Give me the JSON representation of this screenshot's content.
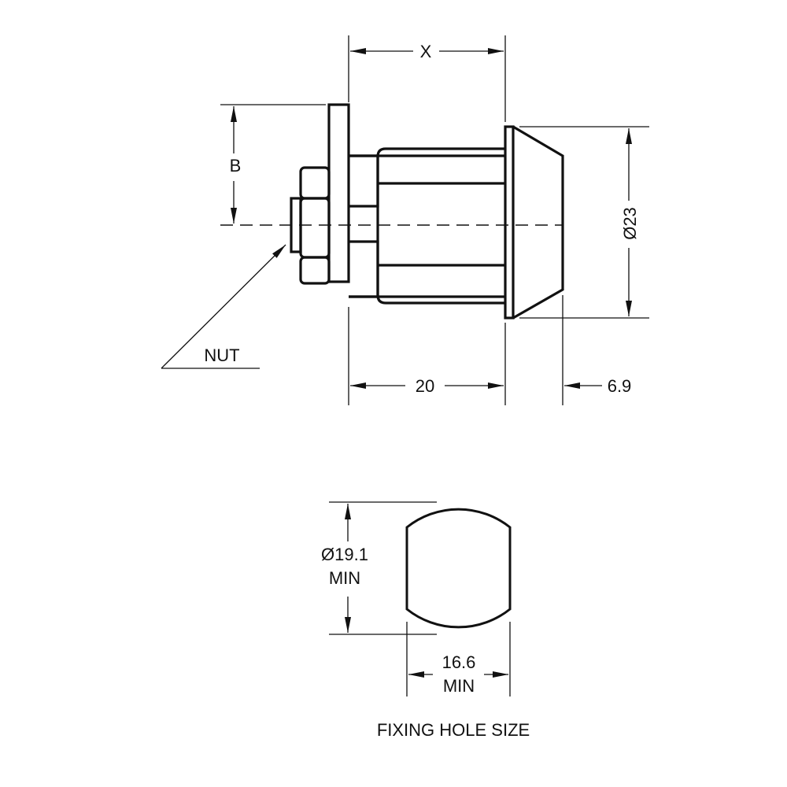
{
  "labels": {
    "x_dim": "X",
    "b_dim": "B",
    "diameter_23": "Ø23",
    "nut": "NUT",
    "length_20": "20",
    "cone_6_9": "6.9",
    "hole_diameter": "Ø19.1",
    "hole_diameter_min": "MIN",
    "hole_width": "16.6",
    "hole_width_min": "MIN",
    "caption": "FIXING HOLE SIZE"
  },
  "colors": {
    "line": "#111111",
    "background": "#ffffff"
  }
}
